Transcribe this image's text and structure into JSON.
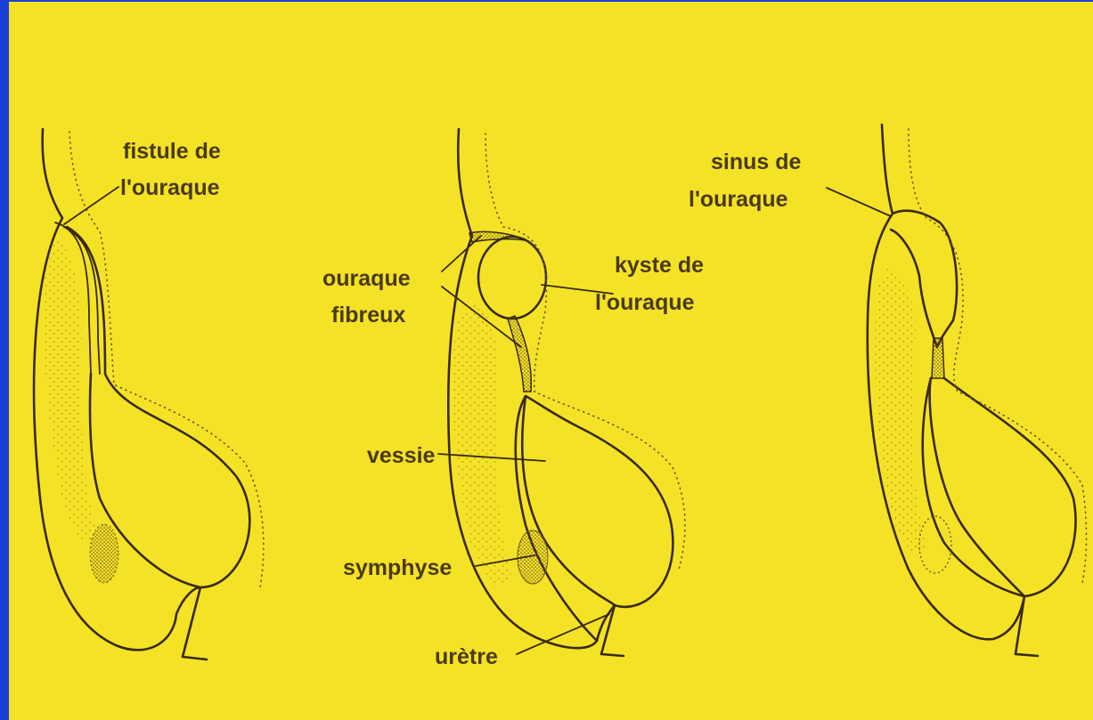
{
  "colors": {
    "frame": "#1a3fd6",
    "paper": "#f4e227",
    "ink": "#3a2a12"
  },
  "panels": [
    {
      "labels": {
        "fistule_line1": "fistule de",
        "fistule_line2": "l'ouraque"
      }
    },
    {
      "labels": {
        "ouraque_line1": "ouraque",
        "ouraque_line2": "fibreux",
        "kyste_line1": "kyste de",
        "kyste_line2": "l'ouraque",
        "vessie": "vessie",
        "symphyse": "symphyse",
        "uretre": "urètre"
      }
    },
    {
      "labels": {
        "sinus_line1": "sinus de",
        "sinus_line2": "l'ouraque"
      }
    }
  ]
}
